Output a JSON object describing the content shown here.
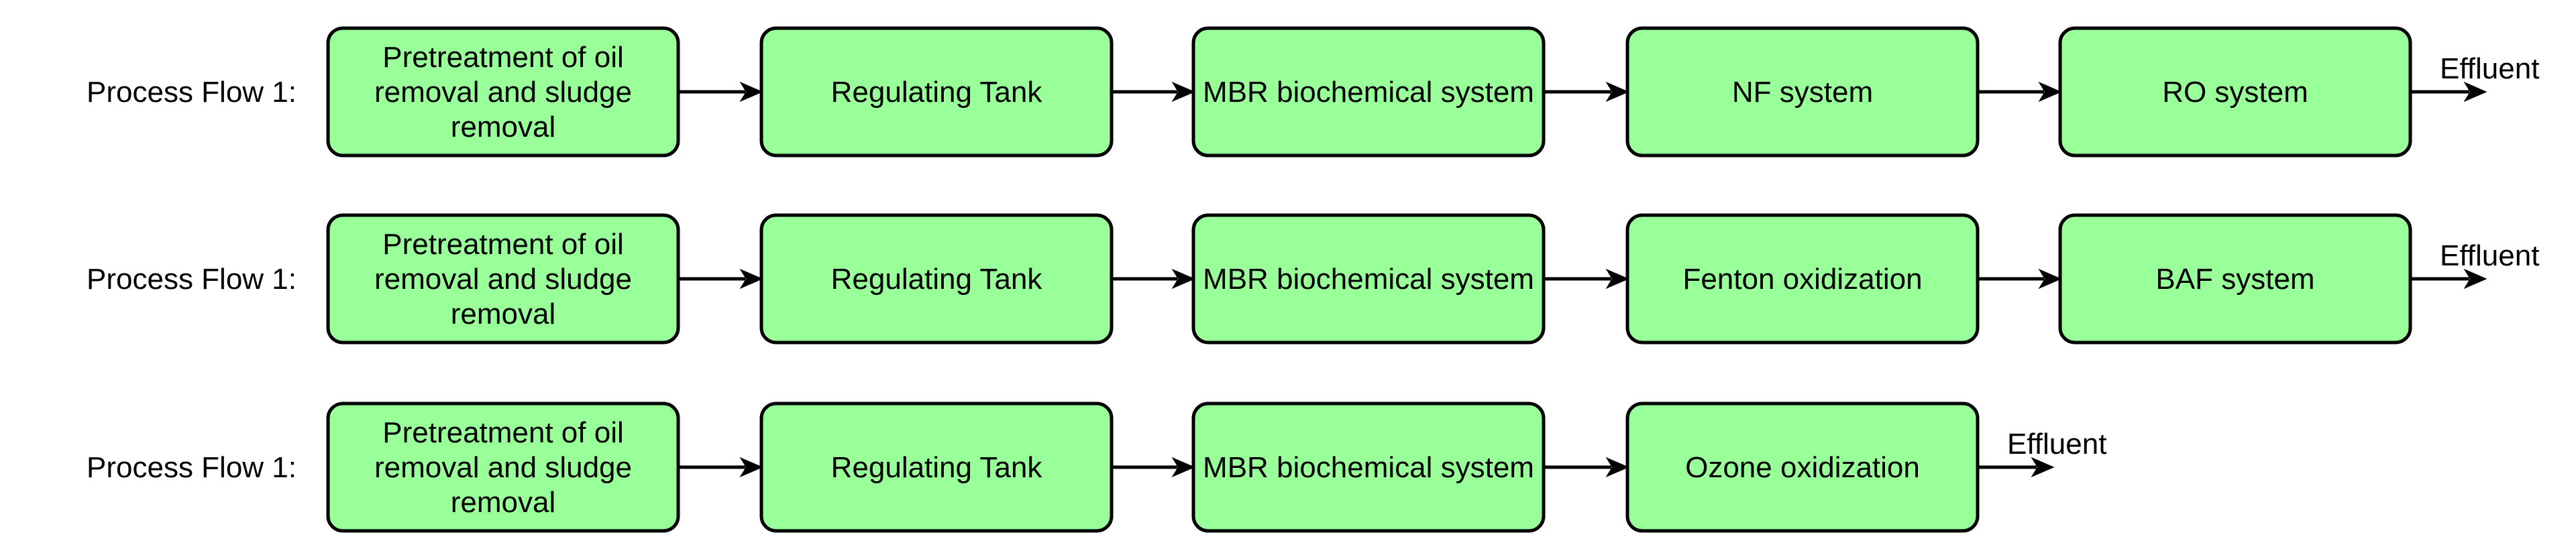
{
  "colors": {
    "node_fill": "#99ff99",
    "node_stroke": "#000000",
    "text": "#000000",
    "background": "#ffffff"
  },
  "rows": [
    {
      "label": "Process Flow 1:",
      "steps": [
        "Pretreatment of oil removal and sludge removal",
        "Regulating Tank",
        "MBR biochemical system",
        "NF system",
        "RO system"
      ],
      "output": "Effluent"
    },
    {
      "label": "Process Flow 1:",
      "steps": [
        "Pretreatment of oil removal and sludge removal",
        "Regulating Tank",
        "MBR biochemical system",
        "Fenton oxidization",
        "BAF system"
      ],
      "output": "Effluent"
    },
    {
      "label": "Process Flow 1:",
      "steps": [
        "Pretreatment of oil removal and sludge removal",
        "Regulating Tank",
        "MBR biochemical system",
        "Ozone oxidization"
      ],
      "output": "Effluent"
    }
  ]
}
